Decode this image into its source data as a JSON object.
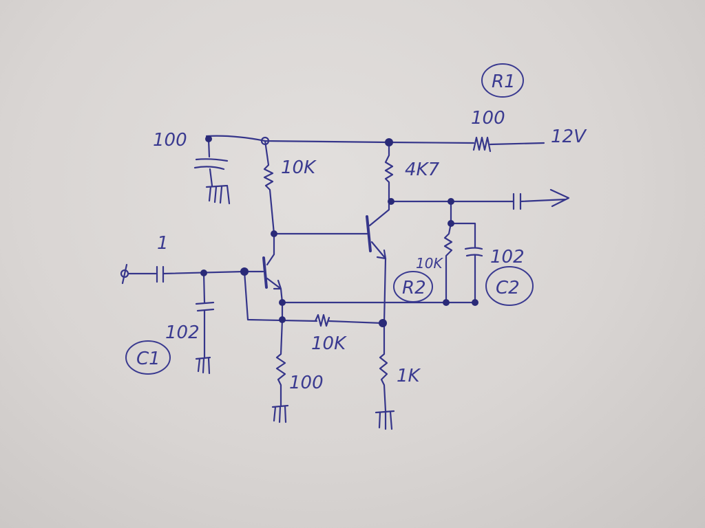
{
  "title_labels": {
    "r1_tag": "R1",
    "r1_value": "100",
    "supply": "12V",
    "decoupling_cap": "100",
    "bias_resistor": "10K",
    "collector_resistor": "4K7",
    "input_cap": "1",
    "c1_value": "102",
    "c1_tag": "C1",
    "r2_value": "10K",
    "r2_tag": "R2",
    "c2_value": "102",
    "c2_tag": "C2",
    "feedback_resistor": "10K",
    "emitter_resistor_q1": "100",
    "emitter_resistor_q2": "1K"
  },
  "colors": {
    "ink": "#35358a",
    "paper": "#d9d5d3"
  }
}
